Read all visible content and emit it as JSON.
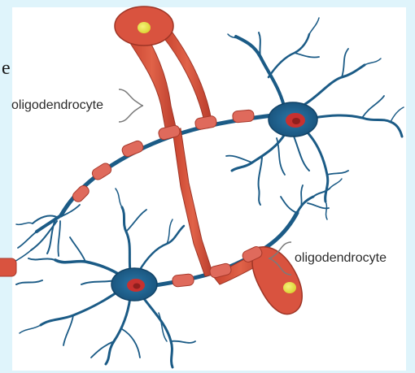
{
  "labels": {
    "oligo_top": "oligodendrocyte",
    "oligo_bottom": "oligodendrocyte",
    "text_fragment": "e"
  },
  "colors": {
    "page_background": "#dff4fb",
    "panel": "#ffffff",
    "neuron": "#1b5b86",
    "neuron_dark": "#124468",
    "soma_center": "#c8312f",
    "oligodendrocyte": "#d9533f",
    "oligodendrocyte_dark": "#b13c2c",
    "myelin": "#df6a5c",
    "nucleus": "#e9e342",
    "callout_line": "#7a7a7a"
  },
  "icons": {
    "top_callout_bracket": "brace-right-icon",
    "bottom_callout_bracket": "brace-left-icon"
  }
}
